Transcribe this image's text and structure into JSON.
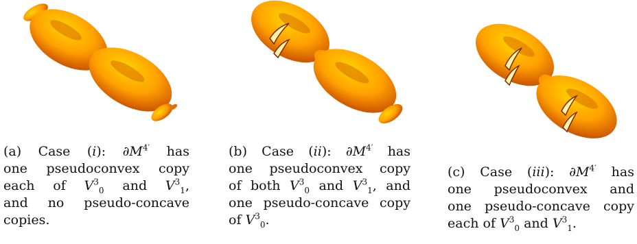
{
  "panels": [
    {
      "id": "a",
      "prefix": "(a) Case (",
      "case": "i",
      "suffix": "):",
      "math": "∂M",
      "sup": "4′",
      "line1_end": "has",
      "line2": "one pseudoconvex copy",
      "line3_a": "each of",
      "v0": "V",
      "line3_b": "and",
      "line3_end": ",",
      "line4": "and no pseudo-concave",
      "line5": "copies."
    },
    {
      "id": "b",
      "prefix": "(b) Case (",
      "case": "ii",
      "suffix": "):",
      "math": "∂M",
      "sup": "4′",
      "line1_end": "has",
      "line2": "one pseudoconvex copy",
      "line3_a": "of both",
      "line3_b": "and",
      "line3_end": ", and",
      "line4": "one pseudo-concave copy",
      "line5_a": "of",
      "line5_end": "."
    },
    {
      "id": "c",
      "prefix": "(c) Case (",
      "case": "iii",
      "suffix": "):",
      "math": "∂M",
      "sup": "4′",
      "line1_end": "has",
      "line2": "one pseudoconvex and",
      "line3": "one pseudo-concave copy",
      "line4_a": "each of",
      "line4_b": "and",
      "line4_end": "."
    }
  ],
  "symbols": {
    "V": "V",
    "sup3": "3",
    "sub0": "0",
    "sub1": "1"
  },
  "colors": {
    "shape_light": "#ffd200",
    "shape_mid": "#ff9a00",
    "shape_dark": "#c44a00",
    "cut_light": "#fff2a0"
  }
}
